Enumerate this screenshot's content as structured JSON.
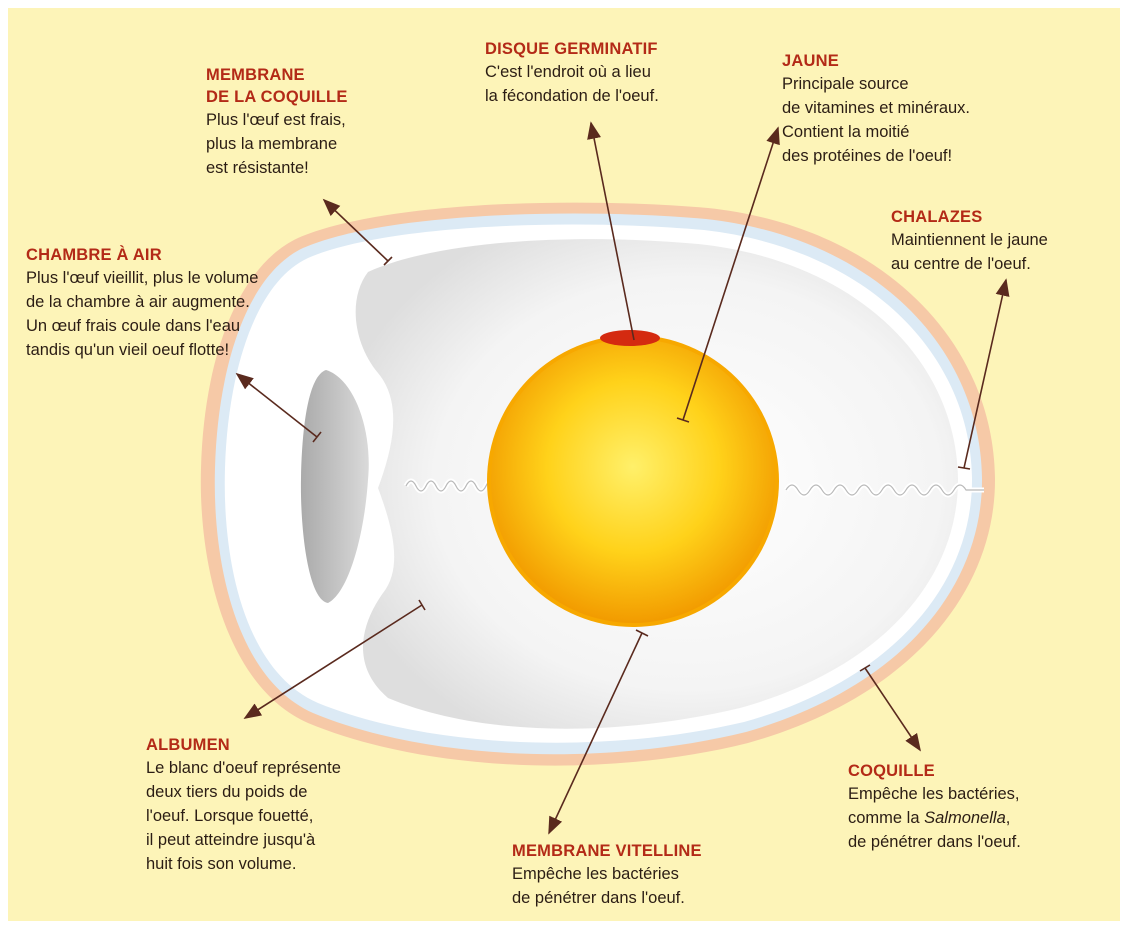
{
  "colors": {
    "background": "#fdf4b8",
    "title": "#b32a17",
    "text": "#2b1d14",
    "arrow": "#5a2a1e",
    "shell": "#f5c8a6",
    "membrane": "#d4e6f3",
    "yolk": "#f7b500",
    "germinal_disc": "#d42a10"
  },
  "labels": {
    "membrane_coquille": {
      "title_1": "MEMBRANE",
      "title_2": "DE LA COQUILLE",
      "lines": [
        "Plus l'œuf est frais,",
        "plus la membrane",
        "est résistante!"
      ]
    },
    "disque_germinatif": {
      "title": "DISQUE GERMINATIF",
      "lines": [
        "C'est l'endroit où a lieu",
        "la fécondation de l'oeuf."
      ]
    },
    "jaune": {
      "title": "JAUNE",
      "lines": [
        "Principale source",
        "de vitamines et minéraux.",
        "Contient la moitié",
        "des protéines de l'oeuf!"
      ]
    },
    "chambre_air": {
      "title": "CHAMBRE À AIR",
      "lines": [
        "Plus l'œuf vieillit, plus le volume",
        "de la chambre à air augmente.",
        "Un œuf frais coule dans l'eau",
        "tandis qu'un vieil oeuf flotte!"
      ]
    },
    "chalazes": {
      "title": "CHALAZES",
      "lines": [
        "Maintiennent le jaune",
        "au centre de l'oeuf."
      ]
    },
    "albumen": {
      "title": "ALBUMEN",
      "lines": [
        "Le blanc d'oeuf représente",
        "deux tiers du poids de",
        "l'oeuf. Lorsque fouetté,",
        "il peut atteindre jusqu'à",
        "huit fois son volume."
      ]
    },
    "membrane_vitelline": {
      "title": "MEMBRANE VITELLINE",
      "lines": [
        "Empêche les bactéries",
        "de pénétrer dans l'oeuf."
      ]
    },
    "coquille": {
      "title": "COQUILLE",
      "line_1": "Empêche les bactéries,",
      "line_2_prefix": "comme la ",
      "line_2_italic": "Salmonella",
      "line_2_suffix": ",",
      "line_3": "de pénétrer dans l'oeuf."
    }
  }
}
